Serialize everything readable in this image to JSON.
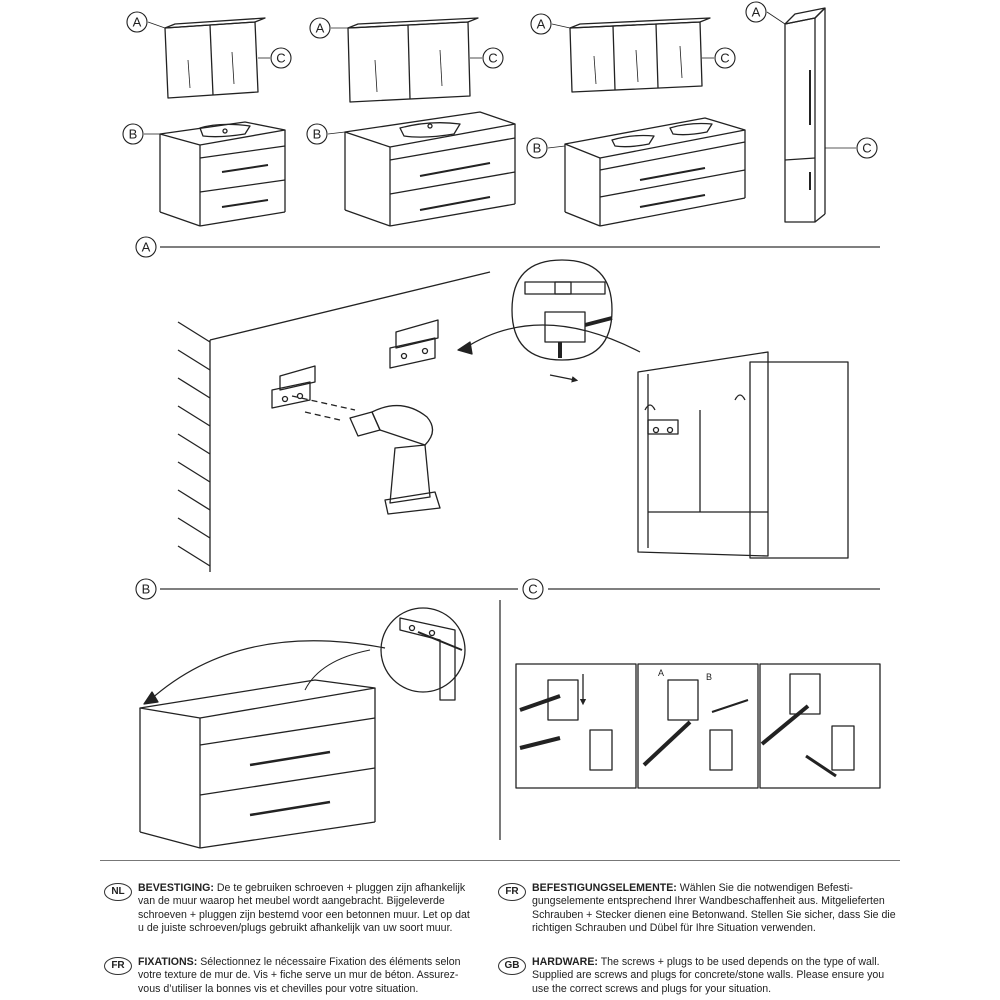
{
  "labels": {
    "a": "A",
    "b": "B",
    "c": "C"
  },
  "hinge_labels": {
    "a": "A",
    "b": "B"
  },
  "instructions": [
    {
      "code": "NL",
      "heading": "BEVESTIGING:",
      "text": "De te gebruiken schroeven + pluggen zijn afhankelijk van de muur waarop het meubel wordt aangebracht. Bijgeleverde schroeven + pluggen zijn bestemd voor een betonnen muur. Let op dat u de juiste schroeven/plugs gebruikt afhankelijk van uw soort muur."
    },
    {
      "code": "FR",
      "heading": "BEFESTIGUNGSELEMENTE:",
      "text": "Wählen Sie die notwendigen Befesti-gungselemente entsprechend Ihrer Wandbeschaffenheit aus. Mitgelieferten Schrauben + Stecker dienen eine Betonwand. Stellen Sie sicher, dass Sie die richtigen Schrauben und Dübel für Ihre Situation verwenden."
    },
    {
      "code": "FR",
      "heading": "FIXATIONS:",
      "text": "Sélectionnez le nécessaire Fixation des éléments selon votre texture de mur de. Vis + fiche serve un mur de béton. Assurez-vous d’utiliser la bonnes vis et chevilles pour votre situation."
    },
    {
      "code": "GB",
      "heading": "HARDWARE:",
      "text": "The screws + plugs to be used depends on the type of wall. Supplied are screws and plugs for concrete/stone walls. Please ensure you use the correct screws and plugs for your situation."
    }
  ]
}
